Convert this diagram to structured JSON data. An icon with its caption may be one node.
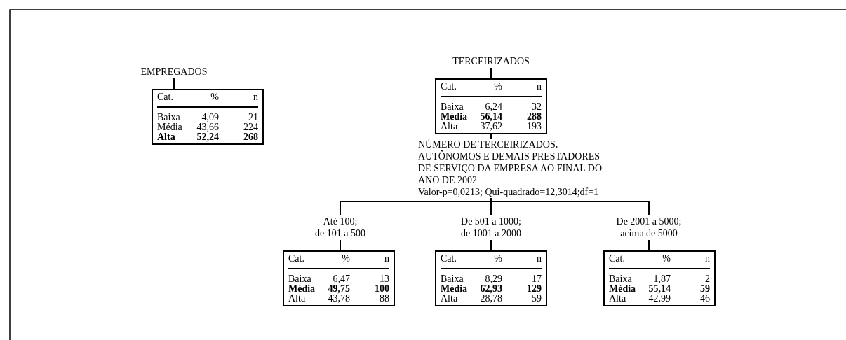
{
  "diagram": {
    "nodes": [
      {
        "text": [
          "EMPREGADOS",
          "Cat.",
          "%",
          "n",
          "Baixa",
          "4,09",
          "21",
          "Média",
          "43,66",
          "224",
          "Alta",
          "52,24",
          "268"
        ]
      },
      {
        "text": [
          "TERCEIRIZADOS",
          "Cat.",
          "%",
          "n",
          "Baixa",
          "6,24",
          "32",
          "Média",
          "56,14",
          "288",
          "Alta",
          "37,62",
          "193"
        ]
      },
      {
        "text": [
          "NÚMERO DE TERCEIRIZADOS, AUTÔNOMOS E DEMAIS PRESTADORES DE SERVIÇO DA EMPRESA AO FINAL DO ANO DE 2002",
          "Valor-p=0,0213; Qui-quadrado=12,3014;df=1"
        ]
      },
      {
        "text": [
          "Até 100; de 101 a 500",
          "Cat.",
          "%",
          "n",
          "Baixa",
          "6,47",
          "13",
          "Média",
          "49,75",
          "100",
          "Alta",
          "43,78",
          "88"
        ]
      },
      {
        "text": [
          "De 501 a 1000; de 1001 a 2000",
          "Cat.",
          "%",
          "n",
          "Baixa",
          "8,29",
          "17",
          "Média",
          "62,93",
          "129",
          "Alta",
          "28,78",
          "59"
        ]
      },
      {
        "text": [
          "De 2001 a 5000; acima de 5000",
          "Cat.",
          "%",
          "n",
          "Baixa",
          "1,87",
          "2",
          "Média",
          "55,14",
          "59",
          "Alta",
          "42,99",
          "46"
        ]
      }
    ],
    "edges": [
      {
        "from": 1,
        "to": 2,
        "arrow": "none"
      },
      {
        "from": 2,
        "to": 3,
        "arrow": "none"
      },
      {
        "from": 2,
        "to": 4,
        "arrow": "none"
      },
      {
        "from": 2,
        "to": 5,
        "arrow": "none"
      }
    ]
  }
}
